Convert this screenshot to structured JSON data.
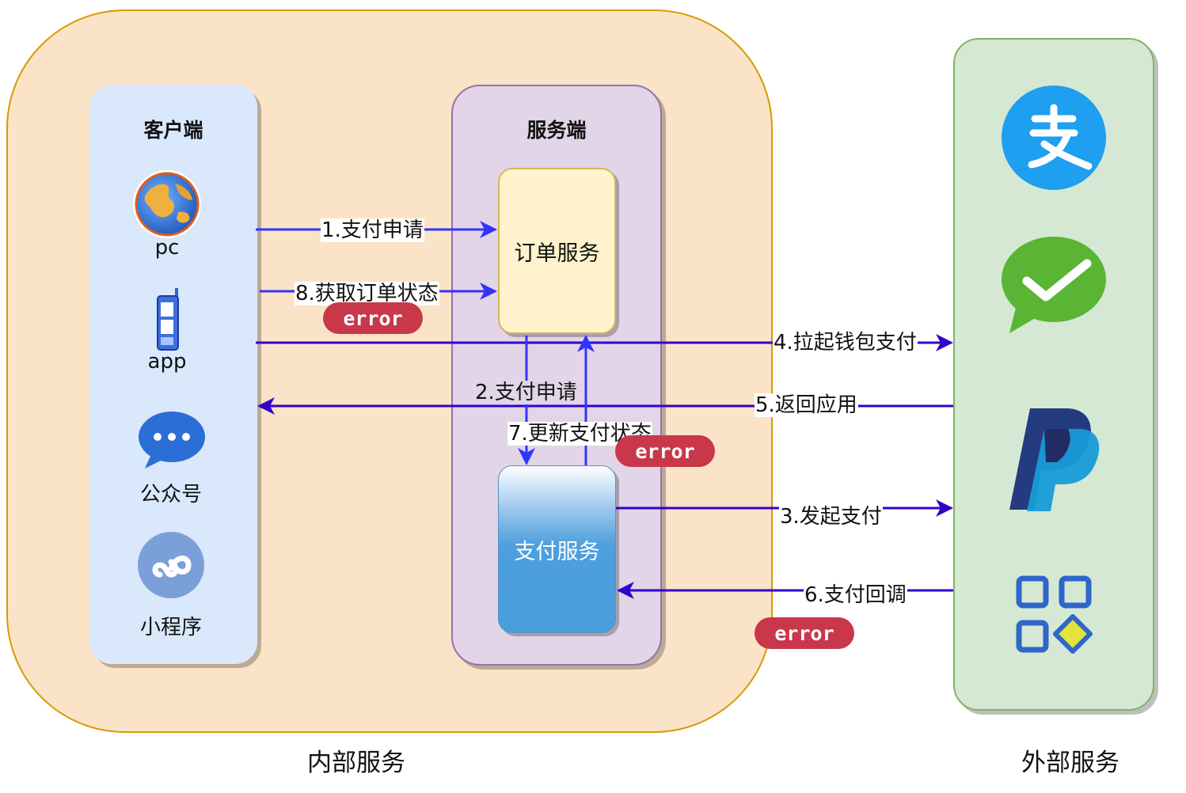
{
  "groups": {
    "internal_label": "内部服务",
    "external_label": "外部服务",
    "client_title": "客户端",
    "server_title": "服务端"
  },
  "clients": {
    "pc": "pc",
    "app": "app",
    "official_account": "公众号",
    "mini_program": "小程序"
  },
  "services": {
    "order": "订单服务",
    "payment": "支付服务"
  },
  "external_providers": [
    {
      "icon": "alipay-icon"
    },
    {
      "icon": "wechat-pay-icon"
    },
    {
      "icon": "paypal-icon"
    },
    {
      "icon": "apps-icon"
    }
  ],
  "edges": {
    "e1": "1.支付申请",
    "e2": "2.支付申请",
    "e3": "3.发起支付",
    "e4": "4.拉起钱包支付",
    "e5": "5.返回应用",
    "e6": "6.支付回调",
    "e7": "7.更新支付状态",
    "e8": "8.获取订单状态"
  },
  "badges": {
    "error": "error"
  },
  "colors": {
    "internal_bg": "#fbe3c8",
    "client_bg": "#dae8fc",
    "server_bg": "#e1d5e7",
    "external_bg": "#d5e8d4",
    "arrow_blue": "#3333ff",
    "arrow_purple": "#3300cc",
    "error_red": "#c9374a"
  }
}
